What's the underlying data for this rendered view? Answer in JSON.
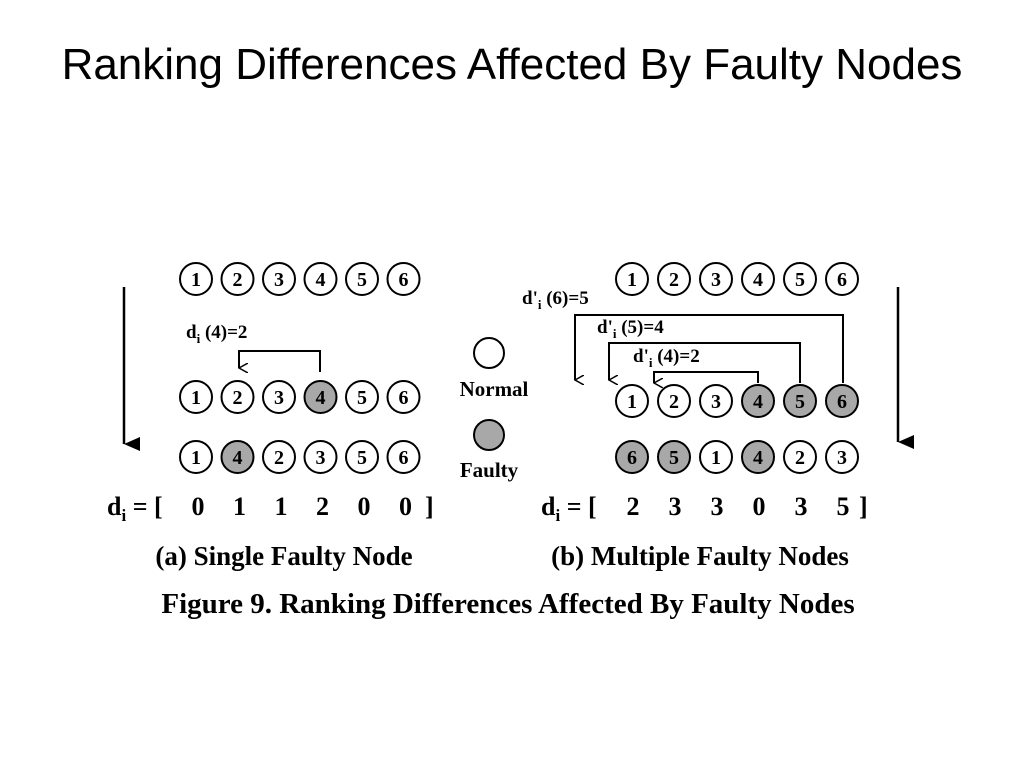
{
  "slide": {
    "title": "Ranking Differences Affected By Faulty Nodes"
  },
  "colors": {
    "faulty_fill": "#a8a8a8",
    "normal_fill": "#ffffff",
    "stroke": "#000000"
  },
  "figure": {
    "panel_a": {
      "row_initial": [
        1,
        2,
        3,
        4,
        5,
        6
      ],
      "row_faulty_marked": [
        1,
        2,
        3,
        4,
        5,
        6
      ],
      "faulty_nodes": [
        4
      ],
      "row_reranked": [
        1,
        4,
        2,
        3,
        5,
        6
      ],
      "annotation": {
        "prefix": "d",
        "sub": "i",
        "suffix": " (4)=2"
      },
      "di_label": {
        "prefix": "d",
        "sub": "i",
        "suffix": " = ["
      },
      "di_values": [
        "0",
        "1",
        "1",
        "2",
        "0",
        "0"
      ],
      "di_close": "]",
      "caption": "(a) Single Faulty Node"
    },
    "legend": {
      "normal": "Normal",
      "faulty": "Faulty"
    },
    "panel_b": {
      "row_initial": [
        1,
        2,
        3,
        4,
        5,
        6
      ],
      "row_faulty_marked": [
        1,
        2,
        3,
        4,
        5,
        6
      ],
      "faulty_nodes": [
        4,
        5,
        6
      ],
      "row_reranked": [
        6,
        5,
        1,
        4,
        2,
        3
      ],
      "annotations": [
        {
          "prefix": "d'",
          "sub": "i",
          "suffix": " (6)=5"
        },
        {
          "prefix": "d'",
          "sub": "i",
          "suffix": " (5)=4"
        },
        {
          "prefix": "d'",
          "sub": "i",
          "suffix": " (4)=2"
        }
      ],
      "di_label": {
        "prefix": "d",
        "sub": "i",
        "suffix": " = ["
      },
      "di_values": [
        "2",
        "3",
        "3",
        "0",
        "3",
        "5"
      ],
      "di_close": "]",
      "caption": "(b) Multiple Faulty Nodes"
    },
    "caption": "Figure 9. Ranking Differences Affected By Faulty Nodes"
  }
}
